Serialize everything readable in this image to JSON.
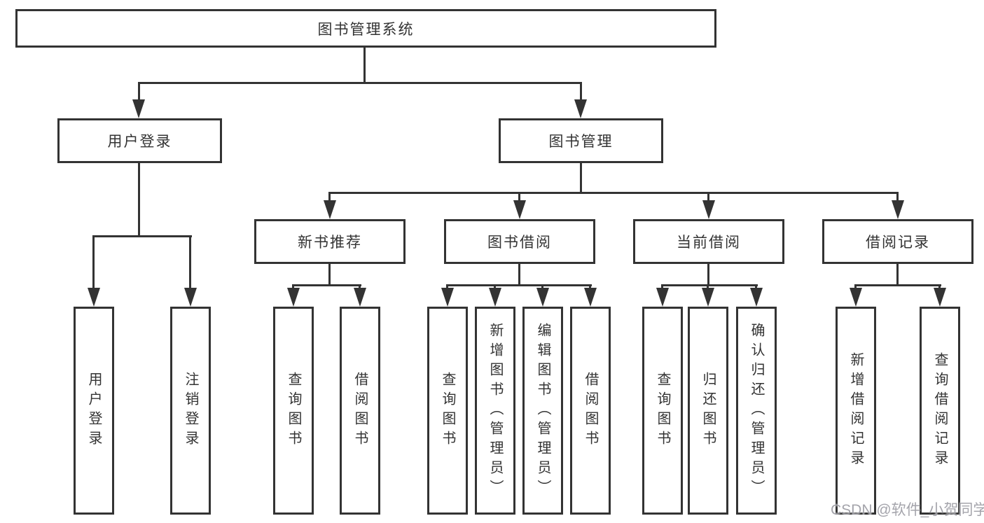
{
  "diagram": {
    "root": "图书管理系统",
    "user": {
      "label": "用户登录",
      "children": [
        "用户登录",
        "注销登录"
      ]
    },
    "mgmt": {
      "label": "图书管理",
      "sections": [
        {
          "label": "新书推荐",
          "children": [
            "查询图书",
            "借阅图书"
          ]
        },
        {
          "label": "图书借阅",
          "children": [
            "查询图书",
            "新增图书（管理员）",
            "编辑图书（管理员）",
            "借阅图书"
          ]
        },
        {
          "label": "当前借阅",
          "children": [
            "查询图书",
            "归还图书",
            "确认归还（管理员）"
          ]
        },
        {
          "label": "借阅记录",
          "children": [
            "新增借阅记录",
            "查询借阅记录"
          ]
        }
      ]
    }
  },
  "watermark": "CSDN @软件_小贺同学",
  "colors": {
    "line": "#333333",
    "box_background": "#ffffff",
    "watermark_gray": "#94949c"
  }
}
